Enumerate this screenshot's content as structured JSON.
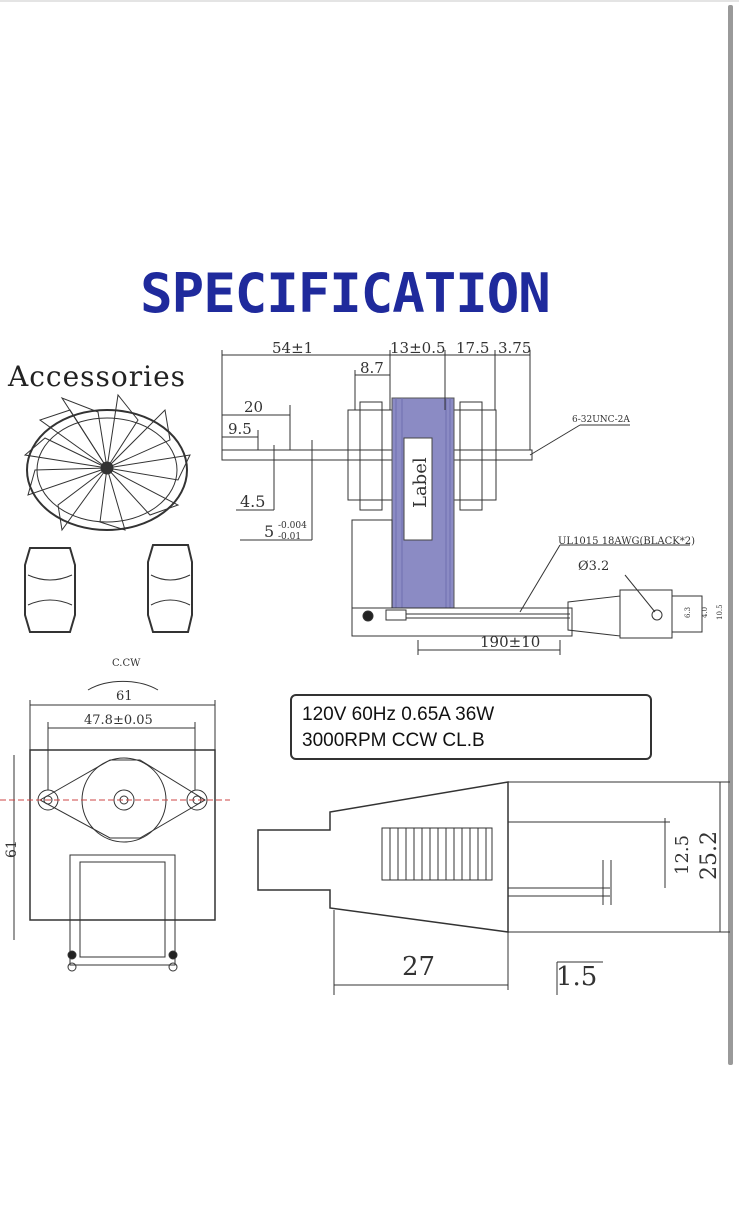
{
  "title": "SPECIFICATION",
  "accessories_label": "Accessories",
  "motor_label": "Label",
  "spec": {
    "line1": "120V 60Hz 0.65A 36W",
    "line2": "3000RPM CCW CL.B"
  },
  "dimensions": {
    "d54": "54±1",
    "d13": "13±0.5",
    "d17_5": "17.5",
    "d3_75": "3.75",
    "d8_7": "8.7",
    "d20": "20",
    "d9_5": "9.5",
    "d4_5": "4.5",
    "d5": "5",
    "d5_tol_up": "-0.004",
    "d5_tol_lo": "-0.01",
    "thread": "6-32UNC-2A",
    "wire": "UL1015 18AWG(BLACK*2)",
    "hole": "Ø3.2",
    "d190": "190±10",
    "term_a": "6.3",
    "term_b": "4.0",
    "term_c": "10.5",
    "ccw": "C.CW",
    "d61_top": "61",
    "d47_8": "47.8±0.05",
    "d61_side": "61",
    "d12_5": "12.5",
    "d25_2": "25.2",
    "d27": "27",
    "d1_5": "1.5"
  },
  "colors": {
    "title": "#1f2a9c",
    "coil": "#6f6fb0",
    "line": "#333333"
  }
}
